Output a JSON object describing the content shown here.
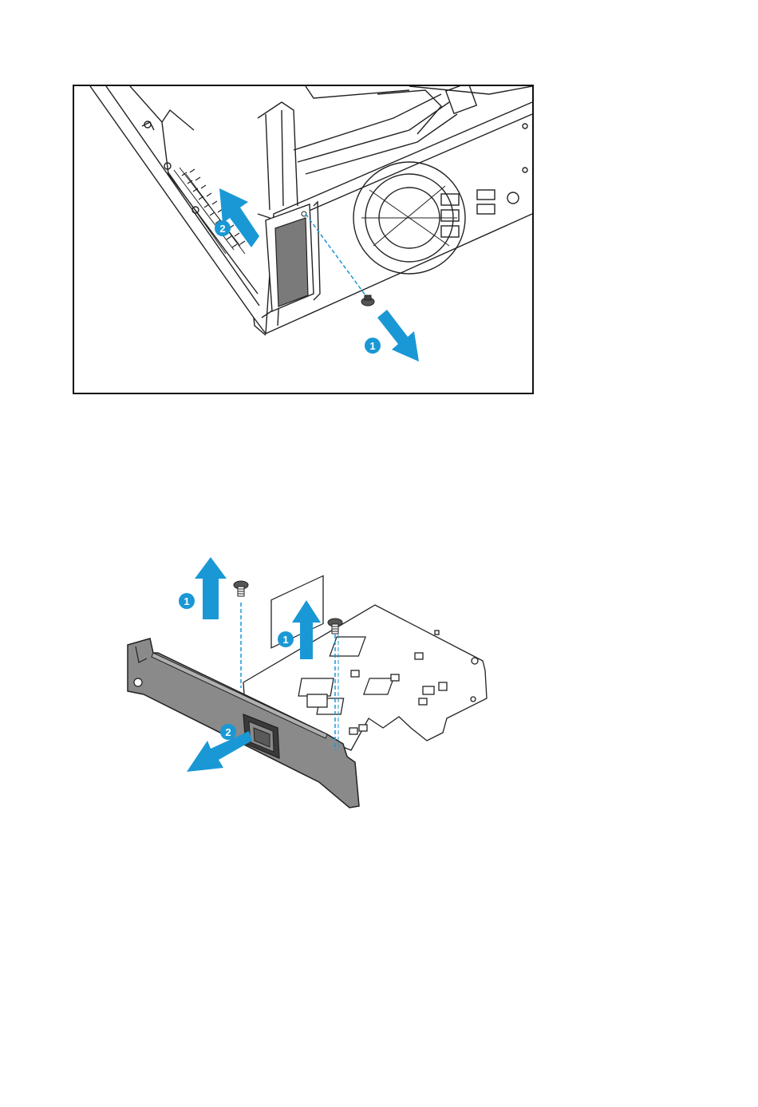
{
  "colors": {
    "accent": "#1a98d5",
    "line": "#222222",
    "bracket": "#8a8a8a",
    "frame": "#111111"
  },
  "figure_top": {
    "step_markers": [
      "1",
      "2"
    ]
  },
  "figure_bottom": {
    "step_markers": [
      "1",
      "1",
      "2"
    ]
  }
}
